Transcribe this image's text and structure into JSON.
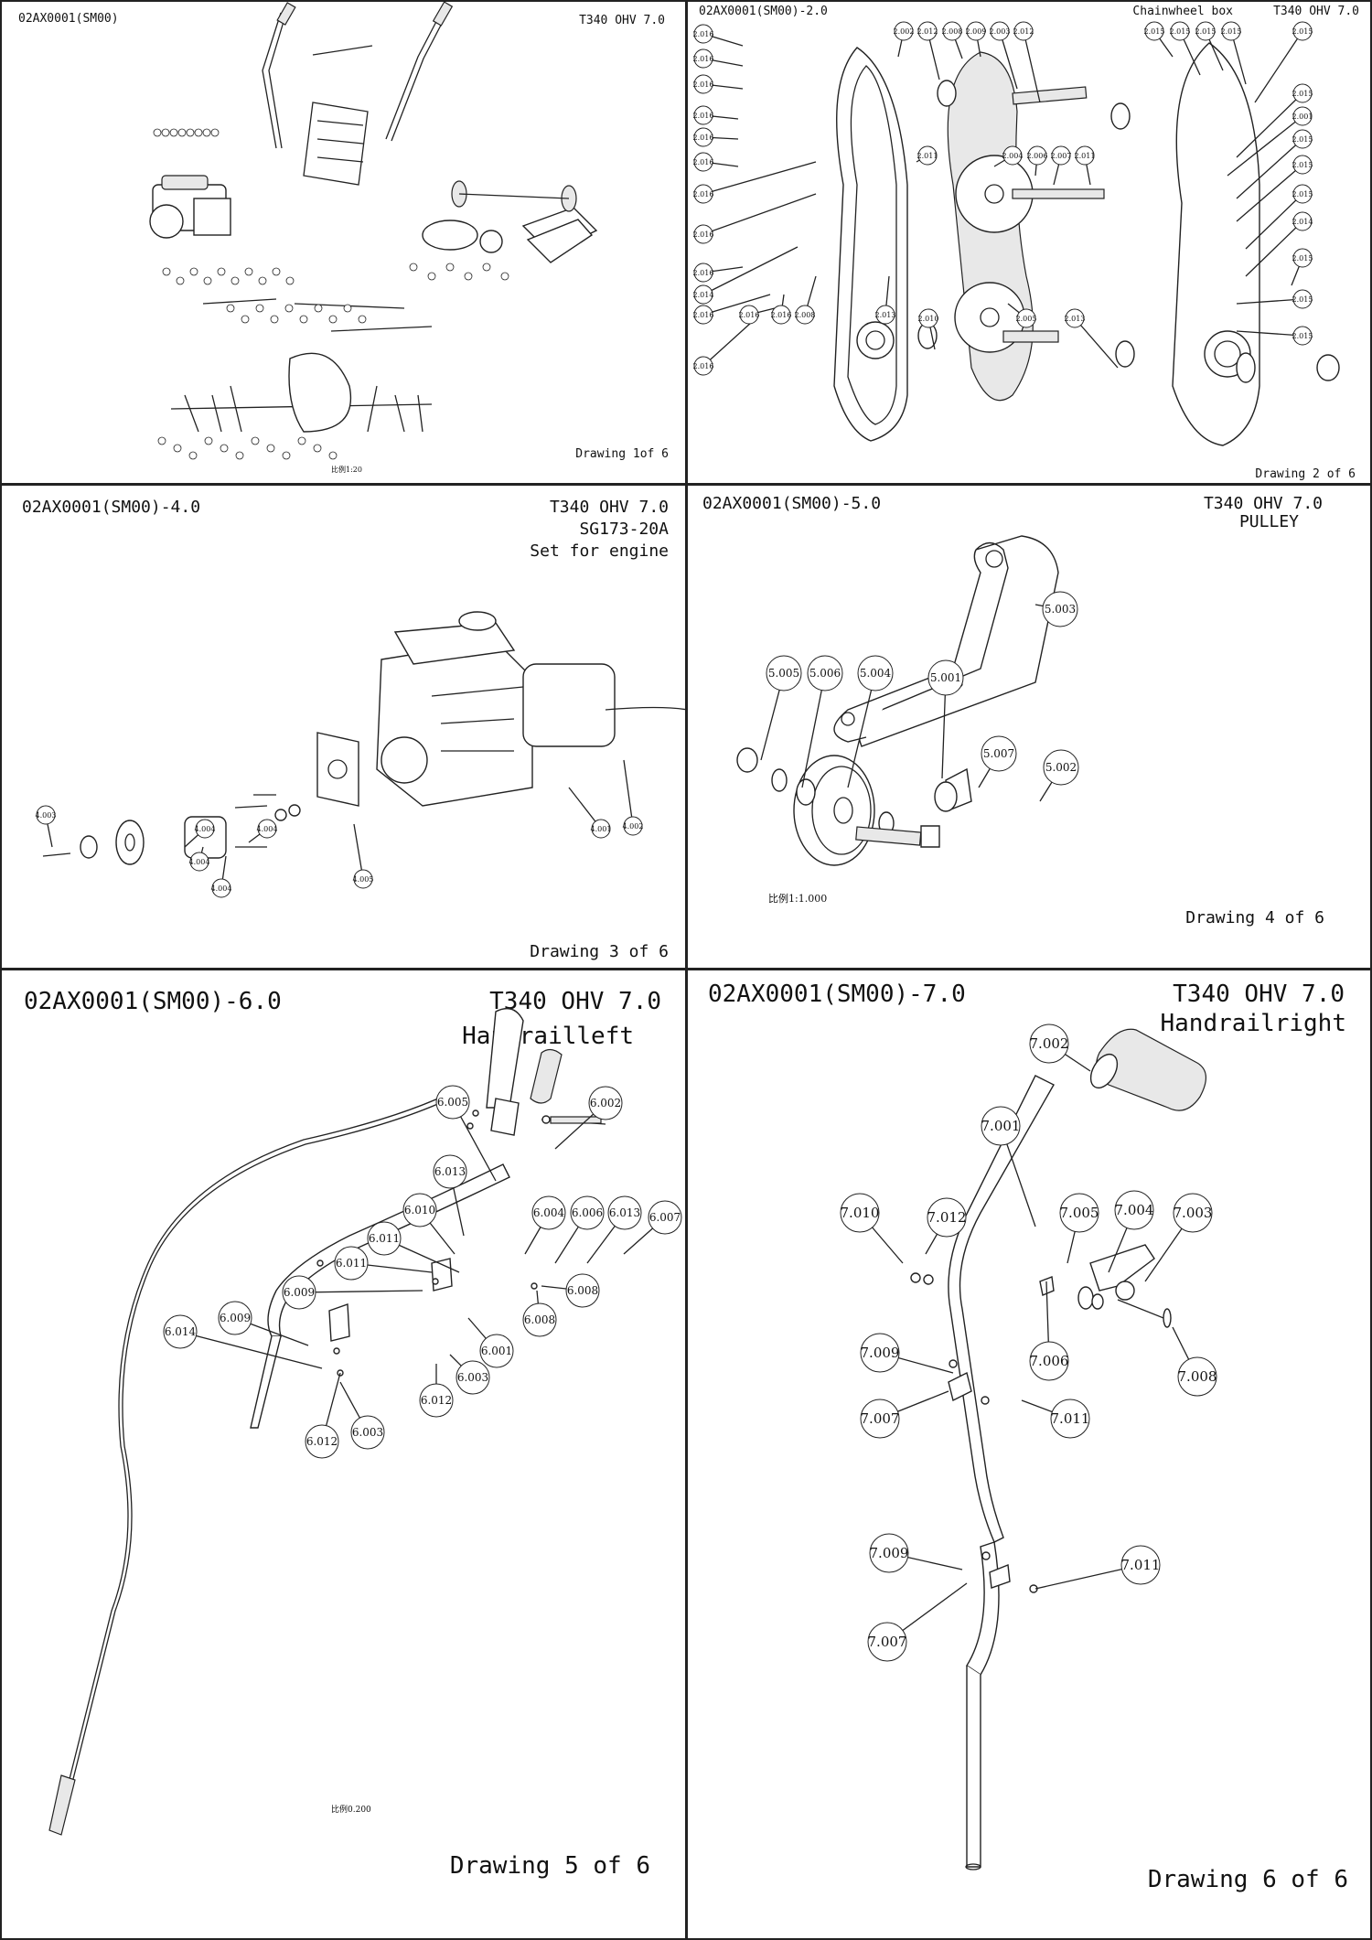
{
  "panels": [
    {
      "code": "02AX0001(SM00)",
      "model": "T340 OHV 7.0",
      "footer": "Drawing 1of 6",
      "scale_note": "比例1:20"
    },
    {
      "code": "02AX0001(SM00)-2.0",
      "title": "Chainwheel box",
      "model": "T340 OHV 7.0",
      "footer": "Drawing 2 of 6",
      "labels": [
        "2.016",
        "2.016",
        "2.016",
        "2.016",
        "2.016",
        "2.016",
        "2.016",
        "2.016",
        "2.016",
        "2.016",
        "2.014",
        "2.016",
        "2.016",
        "2.016",
        "2.008",
        "2.013",
        "2.002",
        "2.012",
        "2.008",
        "2.009",
        "2.003",
        "2.012",
        "2.011",
        "2.004",
        "2.006",
        "2.007",
        "2.011",
        "2.010",
        "2.005",
        "2.013",
        "2.015",
        "2.015",
        "2.015",
        "2.015",
        "2.015",
        "2.015",
        "2.001",
        "2.015",
        "2.015",
        "2.015",
        "2.014",
        "2.015",
        "2.015",
        "2.015"
      ]
    },
    {
      "code": "02AX0001(SM00)-4.0",
      "model": "T340 OHV 7.0",
      "subtitle": "SG173-20A",
      "subtitle2": "Set for engine",
      "footer": "Drawing 3 of 6",
      "labels": [
        "4.003",
        "4.004",
        "4.004",
        "4.004",
        "4.004",
        "4.005",
        "4.001",
        "4.002"
      ]
    },
    {
      "code": "02AX0001(SM00)-5.0",
      "model": "T340 OHV 7.0",
      "subtitle": "PULLEY",
      "footer": "Drawing 4 of 6",
      "scale_note": "比例1:1.000",
      "labels": [
        "5.005",
        "5.006",
        "5.004",
        "5.001",
        "5.003",
        "5.007",
        "5.002"
      ]
    },
    {
      "code": "02AX0001(SM00)-6.0",
      "model": "T340 OHV 7.0",
      "subtitle": "Handrailleft",
      "footer": "Drawing 5 of 6",
      "scale_note": "比例0.200",
      "labels": [
        "6.005",
        "6.002",
        "6.013",
        "6.010",
        "6.011",
        "6.011",
        "6.009",
        "6.009",
        "6.014",
        "6.004",
        "6.006",
        "6.013",
        "6.007",
        "6.008",
        "6.008",
        "6.001",
        "6.003",
        "6.012",
        "6.012",
        "6.003"
      ]
    },
    {
      "code": "02AX0001(SM00)-7.0",
      "model": "T340 OHV 7.0",
      "subtitle": "Handrailright",
      "footer": "Drawing 6 of 6",
      "labels": [
        "7.002",
        "7.001",
        "7.010",
        "7.012",
        "7.005",
        "7.004",
        "7.003",
        "7.006",
        "7.008",
        "7.009",
        "7.007",
        "7.011",
        "7.009",
        "7.007",
        "7.011"
      ]
    }
  ]
}
